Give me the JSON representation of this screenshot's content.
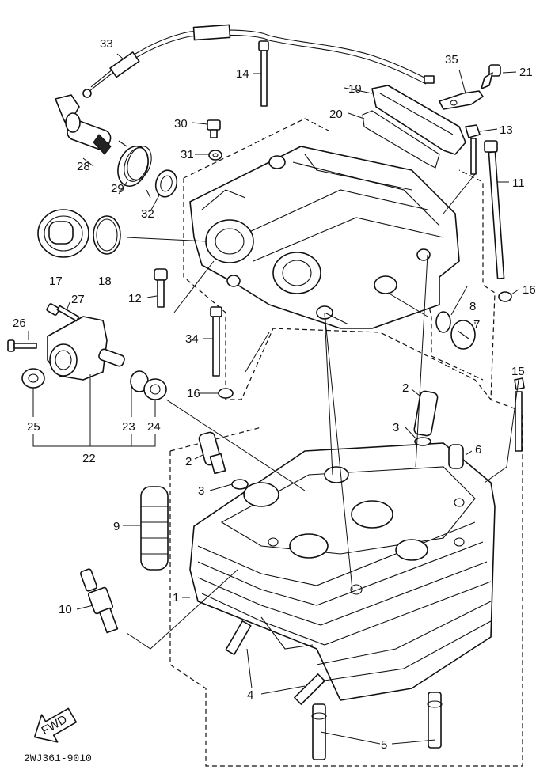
{
  "diagram_code": "2WJ361-9010",
  "fwd_label": "FWD",
  "callouts": [
    "1",
    "2",
    "2",
    "3",
    "3",
    "4",
    "5",
    "6",
    "7",
    "8",
    "9",
    "10",
    "11",
    "12",
    "13",
    "14",
    "15",
    "16",
    "16",
    "17",
    "18",
    "19",
    "20",
    "21",
    "22",
    "23",
    "24",
    "25",
    "26",
    "27",
    "28",
    "29",
    "30",
    "31",
    "32",
    "33",
    "34",
    "35"
  ]
}
